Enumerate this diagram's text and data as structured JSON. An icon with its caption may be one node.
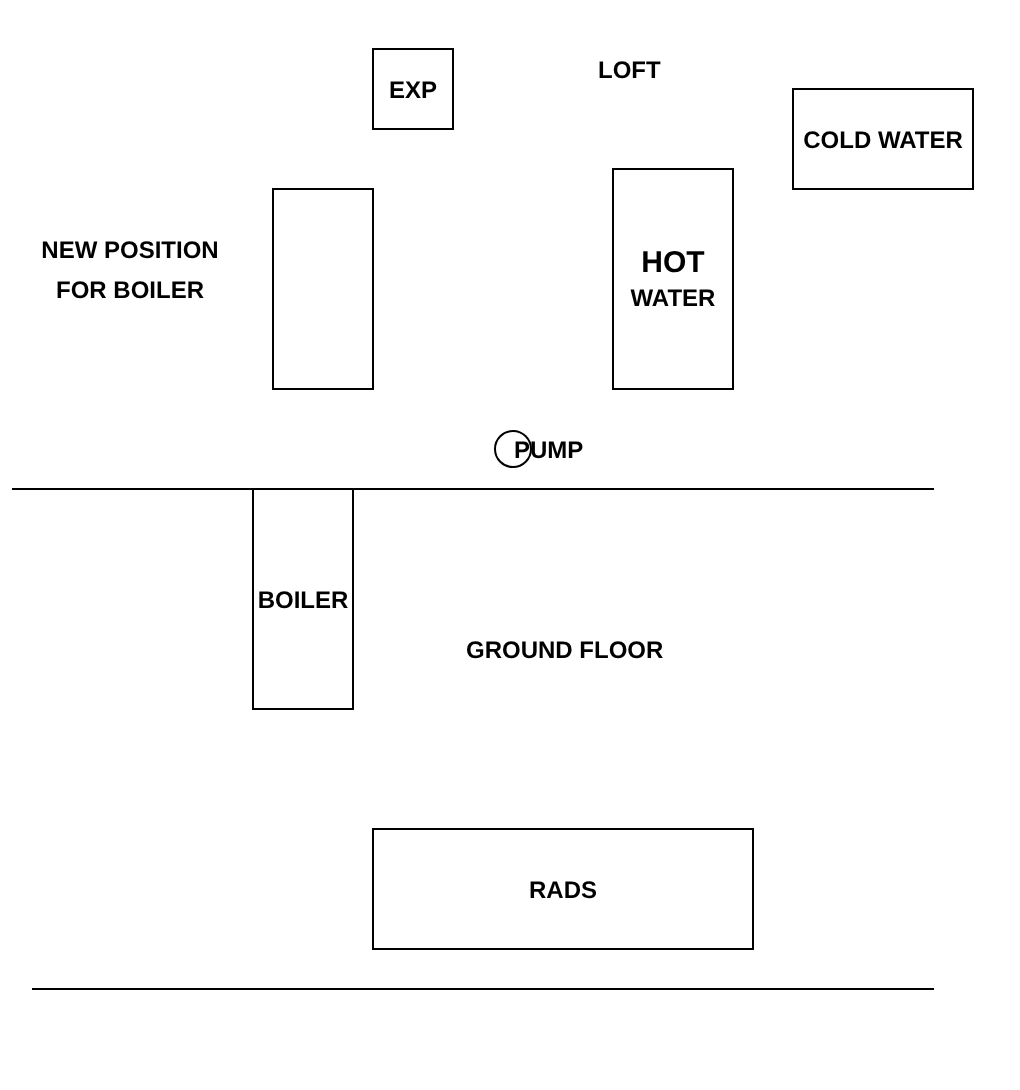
{
  "diagram": {
    "nodes": [
      {
        "text": [
          "EXP"
        ]
      },
      {
        "text": [
          "COLD WATER"
        ]
      },
      {
        "text": [],
        "shape": "box",
        "beside": [
          "NEW POSITION FOR BOILER"
        ]
      },
      {
        "text": [
          "HOT",
          "WATER"
        ]
      },
      {
        "text": [],
        "shape": "circle",
        "beside": [
          "PUMP"
        ]
      },
      {
        "text": [
          "BOILER"
        ]
      },
      {
        "text": [
          "RADS"
        ]
      }
    ],
    "edges": [],
    "labels": [
      "LOFT",
      "GROUND FLOOR"
    ]
  }
}
